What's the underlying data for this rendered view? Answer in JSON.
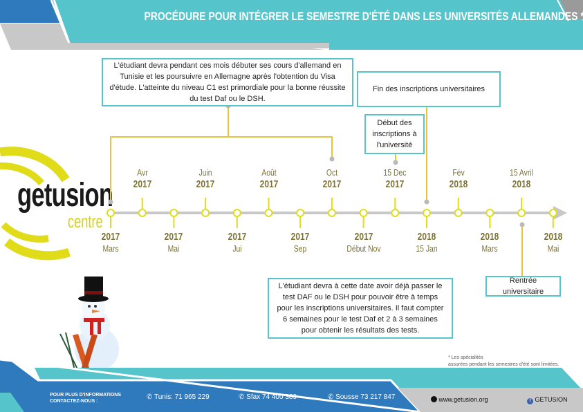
{
  "header": {
    "title": "PROCÉDURE POUR INTÉGRER LE SEMESTRE D'ÉTÉ DANS LES UNIVERSITÉS ALLEMANDES *"
  },
  "logo": {
    "name": "getusion",
    "sub": "centre"
  },
  "timeline": {
    "above": [
      {
        "month": "Avr",
        "year": "2017"
      },
      {
        "month": "Juin",
        "year": "2017"
      },
      {
        "month": "Août",
        "year": "2017"
      },
      {
        "month": "Oct",
        "year": "2017"
      },
      {
        "month": "15 Dec",
        "year": "2017"
      },
      {
        "month": "Fév",
        "year": "2018"
      },
      {
        "month": "15 Avril",
        "year": "2018"
      }
    ],
    "below": [
      {
        "year": "2017",
        "month": "Mars"
      },
      {
        "year": "2017",
        "month": "Mai"
      },
      {
        "year": "2017",
        "month": "Jui"
      },
      {
        "year": "2017",
        "month": "Sep"
      },
      {
        "year": "2017",
        "month": "Début Nov"
      },
      {
        "year": "2018",
        "month": "15 Jan"
      },
      {
        "year": "2018",
        "month": "Mars"
      },
      {
        "year": "2018",
        "month": "Mai"
      }
    ]
  },
  "notes": {
    "study": "L'étudiant devra pendant ces mois débuter ses cours d'allemand en Tunisie et les poursuivre en Allemagne après l'obtention du Visa d'étude. L'atteinte du niveau C1 est primordiale pour la bonne réussite du test Daf ou le DSH.",
    "end_inscriptions": "Fin des inscriptions universitaires",
    "start_inscriptions": "Début des inscriptions à l'université",
    "test": "L'étudiant devra à cette date avoir déjà passer le test DAF ou le DSH pour pouvoir être à temps pour les inscriptions universitaires. Il faut compter 6 semaines pour le test Daf et 2 à 3 semaines pour obtenir les résultats des tests.",
    "rentree": "Rentrée universitaire"
  },
  "footnote": {
    "line1": "* Les spécialités",
    "line2": "assurées pendant les semestres d'été sont limitées."
  },
  "footer": {
    "contact_label1": "POUR PLUS D'INFORMATIONS",
    "contact_label2": "CONTACTEZ-NOUS :",
    "phones": [
      "Tunis: 71 965 229",
      "Sfax 74 400 389",
      "Sousse 73 217 847"
    ],
    "website": "www.getusion.org",
    "facebook": "GETUSION"
  },
  "colors": {
    "teal": "#55c5cb",
    "blue": "#2f79bd",
    "gray": "#c8c8c8",
    "yellow": "#e0dc1a",
    "olive": "#7d7434"
  }
}
